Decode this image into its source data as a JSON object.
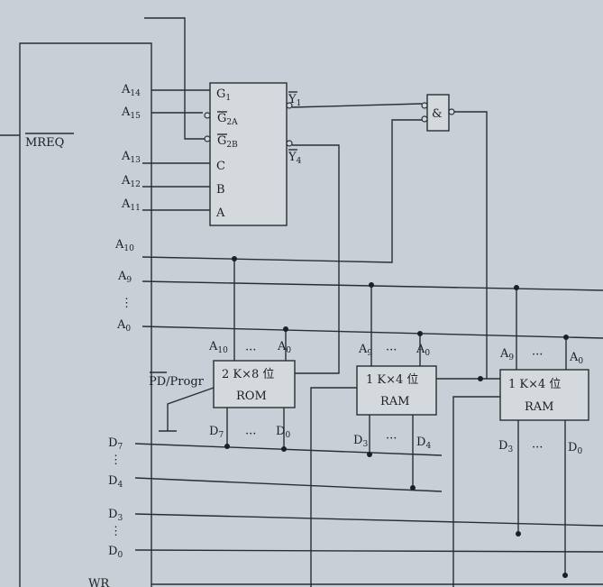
{
  "cpu": {
    "mreq_label": "MREQ",
    "wr_label": "WR",
    "addr_pins": [
      "A14",
      "A15",
      "A13",
      "A12",
      "A11",
      "A10",
      "A9",
      "A0"
    ],
    "data_pins": [
      "D7",
      "D4",
      "D3",
      "D0"
    ],
    "ellipsis": "⋮"
  },
  "decoder": {
    "inputs": [
      "G1",
      "G2A",
      "G2B",
      "C",
      "B",
      "A"
    ],
    "outputs": [
      "Y1",
      "Y4"
    ]
  },
  "and_gate": {
    "symbol": "&"
  },
  "rom": {
    "line1": "2 K×8 位",
    "line2": "ROM",
    "addr_left": "A10",
    "addr_right": "A0",
    "data_left": "D7",
    "data_right": "D0",
    "pd_label": "PD/Progr"
  },
  "ram1": {
    "line1": "1 K×4 位",
    "line2": "RAM",
    "addr_left": "A9",
    "addr_right": "A0",
    "data_left": "D3",
    "data_right": "D4"
  },
  "ram2": {
    "line1": "1 K×4 位",
    "line2": "RAM",
    "addr_left": "A9",
    "addr_right": "A0",
    "data_left": "D3",
    "data_right": "D0"
  },
  "dots": "···"
}
